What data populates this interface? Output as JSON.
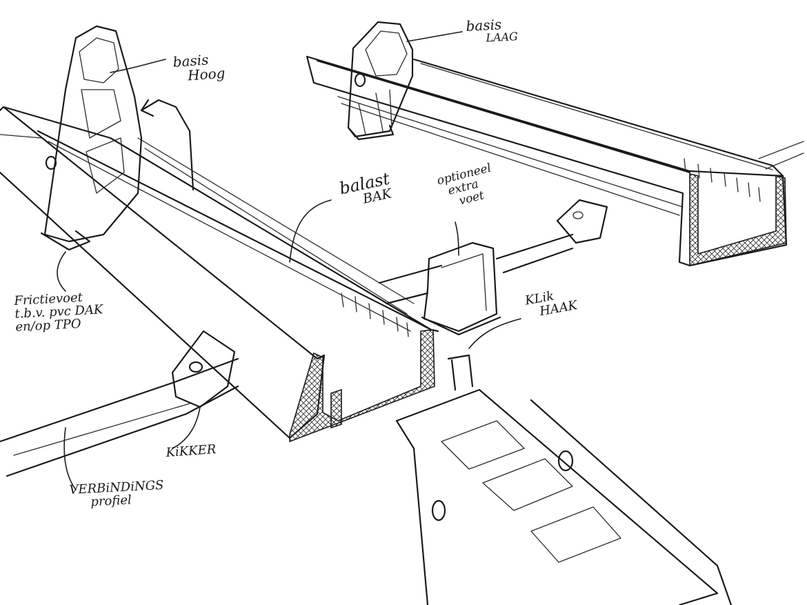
{
  "labels": {
    "basis_hoog": [
      "basis",
      "Hoog"
    ],
    "basis_laag": [
      "basis",
      "LAAG"
    ],
    "balast_bak": [
      "balast",
      "BAK"
    ],
    "optioneel_extra_voet": [
      "optioneel",
      "extra",
      "voet"
    ],
    "klik_haak": [
      "KLik",
      "HAAK"
    ],
    "frictievoet": [
      "Frictievoet",
      "t.b.v. pvc DAK",
      "en/op TPO"
    ],
    "kikker": [
      "KiKKER"
    ],
    "verbindingsprofiel": [
      "VERBiNDiNGS",
      "profiel"
    ]
  },
  "colors": {
    "ink": "#1a1a1a",
    "paper": "#ffffff"
  }
}
